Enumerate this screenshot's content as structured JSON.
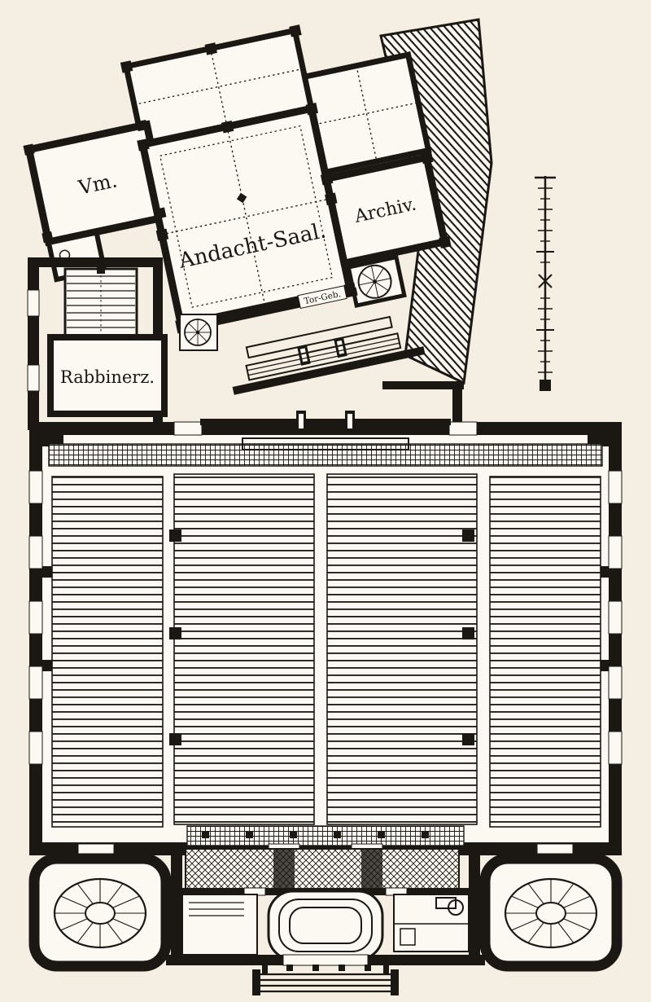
{
  "plan": {
    "labels": {
      "vm": "Vm.",
      "andacht_saal": "Andacht-Saal.",
      "archiv": "Archiv.",
      "rabbinerzimmer": "Rabbinerz.",
      "tor_geb": "Tor-Geb."
    },
    "colors": {
      "ink": "#1b1713",
      "paper": "#f4efe2",
      "room": "#fbf9f1"
    }
  }
}
